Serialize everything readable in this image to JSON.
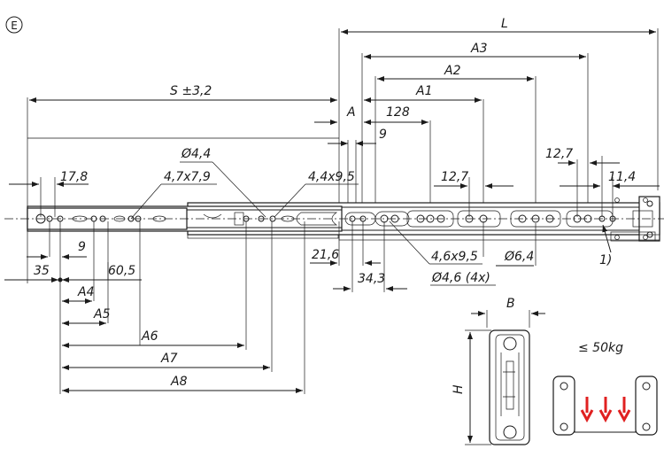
{
  "badge": "E",
  "dims": {
    "L": "L",
    "A3": "A3",
    "A2": "A2",
    "A1": "A1",
    "S": "S ±3,2",
    "A": "A",
    "d128": "128",
    "d9_top": "9",
    "d17_8": "17,8",
    "hole_4_7x7_9": "4,7x7,9",
    "hole_4_4": "Ø4,4",
    "hole_4_4x9_5": "4,4x9,5",
    "d12_7_mid": "12,7",
    "d12_7_right": "12,7",
    "d11_4": "11,4",
    "d9_bottom": "9",
    "d35": "35",
    "d60_5": "60,5",
    "d21_6": "21,6",
    "d34_3": "34,3",
    "hole_4_6x9_5": "4,6x9,5",
    "hole_6_4": "Ø6,4",
    "hole_4_6_4x": "Ø4,6 (4x)",
    "note_1": "1)",
    "A4": "A4",
    "A5": "A5",
    "A6": "A6",
    "A7": "A7",
    "A8": "A8",
    "B": "B",
    "H": "H",
    "load": "≤ 50kg"
  },
  "colors": {
    "ink": "#1a1a1a",
    "load_arrow": "#e02020"
  }
}
